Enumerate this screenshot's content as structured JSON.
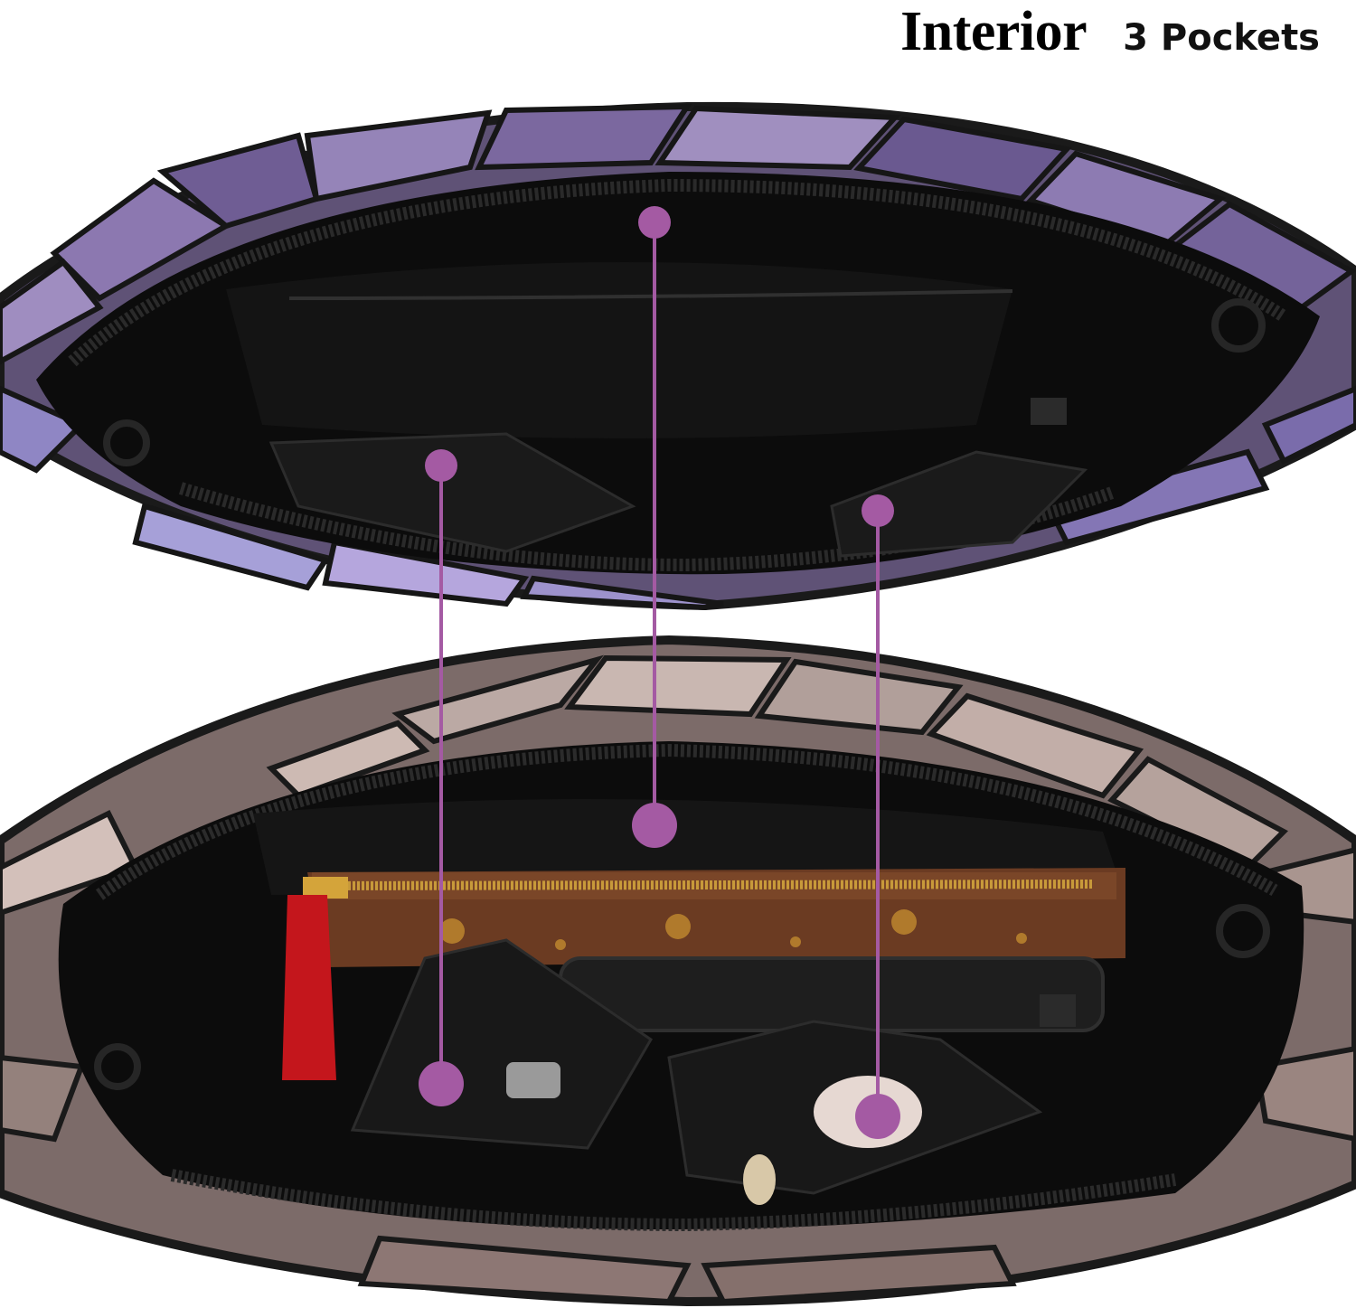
{
  "heading": {
    "title": "Interior",
    "subtitle": "3 Pockets"
  },
  "colors": {
    "marker": "#a45aa3",
    "bag_top_shell": "#6e5f86",
    "bag_top_tile_light": "#8f7db0",
    "bag_bottom_shell": "#8c7a78",
    "bag_bottom_tile_light": "#c8b4ae",
    "lining": "#0c0c0c",
    "wallet": "#6b3b22",
    "wallet_zipper": "#c89a3a",
    "zipper_pull": "#c4161c"
  },
  "markers": [
    {
      "name": "back-zip-pocket-marker"
    },
    {
      "name": "left-slip-pocket-marker"
    },
    {
      "name": "right-slip-pocket-marker"
    }
  ]
}
